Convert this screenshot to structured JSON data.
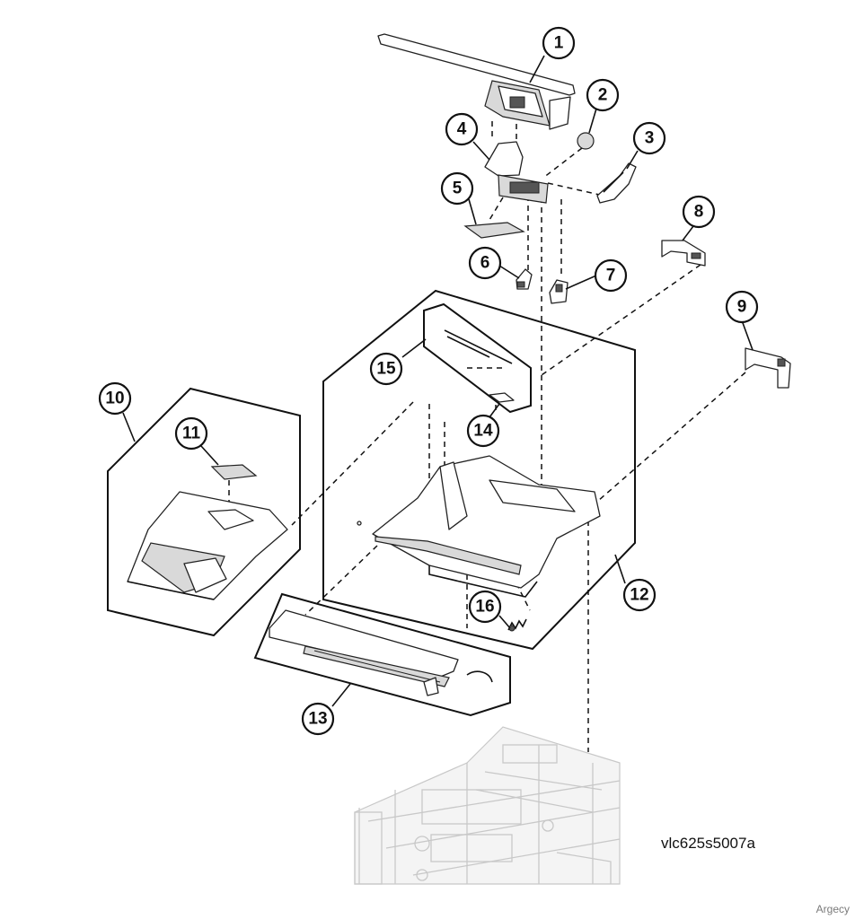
{
  "callouts": [
    "1",
    "2",
    "3",
    "4",
    "5",
    "6",
    "7",
    "8",
    "9",
    "10",
    "11",
    "12",
    "13",
    "14",
    "15",
    "16"
  ],
  "figure_id": "vlc625s5007a",
  "watermark": "Argecy"
}
